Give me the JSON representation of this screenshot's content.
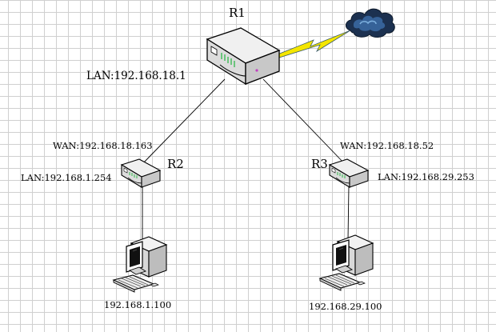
{
  "diagram": {
    "nodes": {
      "r1": {
        "name": "R1",
        "lan": "LAN:192.168.18.1"
      },
      "r2": {
        "name": "R2",
        "wan": "WAN:192.168.18.163",
        "lan": "LAN:192.168.1.254"
      },
      "r3": {
        "name": "R3",
        "wan": "WAN:192.168.18.52",
        "lan": "LAN:192.168.29.253"
      },
      "pc1": {
        "ip": "192.168.1.100"
      },
      "pc2": {
        "ip": "192.168.29.100"
      },
      "internet": {
        "icon": "cloud-icon"
      }
    },
    "links": [
      {
        "from": "r1",
        "to": "r2",
        "type": "ethernet"
      },
      {
        "from": "r1",
        "to": "r3",
        "type": "ethernet"
      },
      {
        "from": "r2",
        "to": "pc1",
        "type": "ethernet"
      },
      {
        "from": "r3",
        "to": "pc2",
        "type": "ethernet"
      },
      {
        "from": "r1",
        "to": "internet",
        "type": "wan-lightning"
      }
    ],
    "colors": {
      "grid": "#d0d0d0",
      "router_body": "#e8e8e8",
      "router_side": "#cfcfcf",
      "router_led": "#2fb84a",
      "lightning": "#f4e600",
      "lightning_outline": "#3a5a6a",
      "cloud": "#1c3150",
      "cloud_highlight": "#4a86c8"
    }
  }
}
